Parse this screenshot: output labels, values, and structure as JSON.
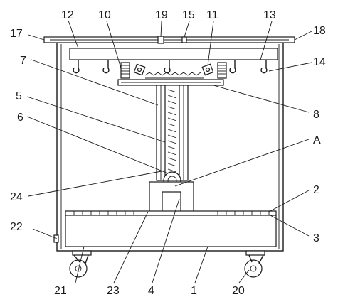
{
  "labels": {
    "l1": "1",
    "l2": "2",
    "l3": "3",
    "l4": "4",
    "l5": "5",
    "l6": "6",
    "l7": "7",
    "l8": "8",
    "l10": "10",
    "l11": "11",
    "l12": "12",
    "l13": "13",
    "l14": "14",
    "l15": "15",
    "l17": "17",
    "l18": "18",
    "l19": "19",
    "l20": "20",
    "l21": "21",
    "l22": "22",
    "l23": "23",
    "l24": "24",
    "lA": "A"
  }
}
